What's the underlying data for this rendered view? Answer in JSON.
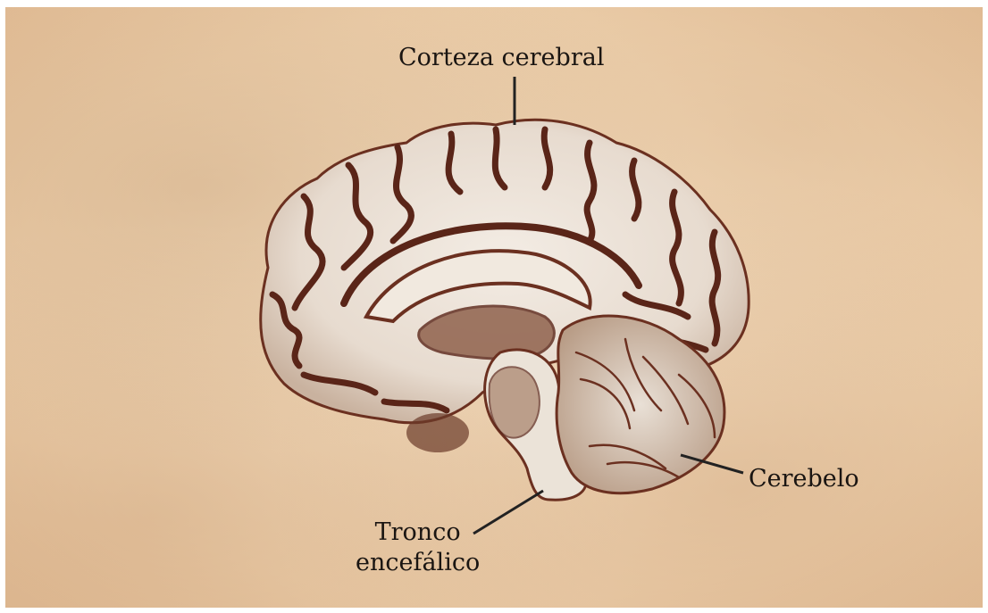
{
  "labels": {
    "cortex": "Corteza cerebral",
    "cerebellum": "Cerebelo",
    "brainstem_line1": "Tronco",
    "brainstem_line2": "encefálico"
  },
  "colors": {
    "parchment": "#f1d7b6",
    "tissue": "#efe6dc",
    "sulci": "#5a2518",
    "leader_lines": "#222222",
    "text": "#1a1512"
  }
}
